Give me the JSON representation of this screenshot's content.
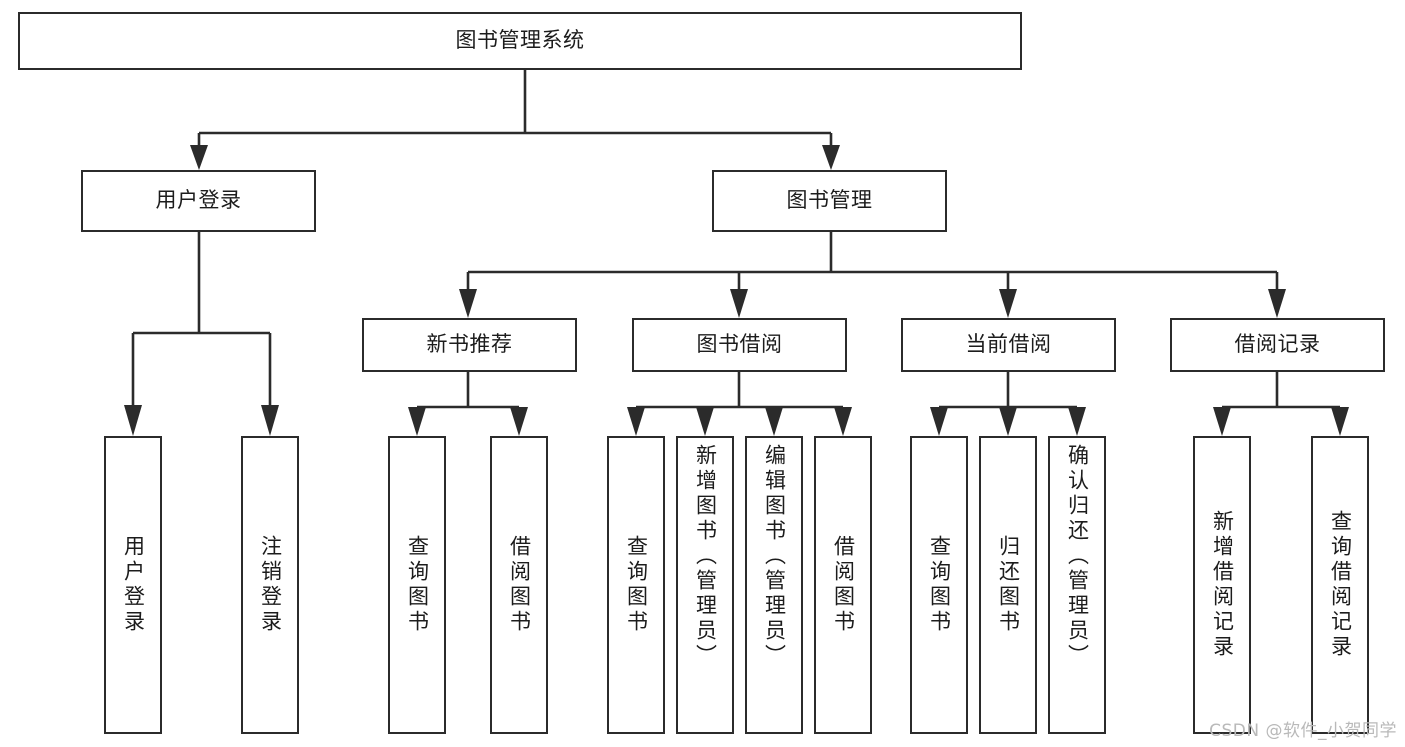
{
  "diagram": {
    "type": "tree-hierarchy-chart",
    "title": "图书管理系统",
    "root": {
      "id": "root",
      "label": "图书管理系统",
      "level": 1
    },
    "level2": [
      {
        "id": "user-login",
        "label": "用户登录"
      },
      {
        "id": "book-management",
        "label": "图书管理"
      }
    ],
    "level3": [
      {
        "id": "new-book-recommend",
        "label": "新书推荐",
        "parent": "book-management"
      },
      {
        "id": "book-borrow",
        "label": "图书借阅",
        "parent": "book-management"
      },
      {
        "id": "current-borrow",
        "label": "当前借阅",
        "parent": "book-management"
      },
      {
        "id": "borrow-record",
        "label": "借阅记录",
        "parent": "book-management"
      }
    ],
    "leaves": [
      {
        "id": "leaf-user-login",
        "label": "用户登录",
        "parent": "user-login"
      },
      {
        "id": "leaf-logout-login",
        "label": "注销登录",
        "parent": "user-login"
      },
      {
        "id": "leaf-query-book-1",
        "label": "查询图书",
        "parent": "new-book-recommend"
      },
      {
        "id": "leaf-borrow-book-1",
        "label": "借阅图书",
        "parent": "new-book-recommend"
      },
      {
        "id": "leaf-query-book-2",
        "label": "查询图书",
        "parent": "book-borrow"
      },
      {
        "id": "leaf-add-book",
        "label": "新增图书（管理员）",
        "parent": "book-borrow"
      },
      {
        "id": "leaf-edit-book",
        "label": "编辑图书（管理员）",
        "parent": "book-borrow"
      },
      {
        "id": "leaf-borrow-book-2",
        "label": "借阅图书",
        "parent": "book-borrow"
      },
      {
        "id": "leaf-query-book-3",
        "label": "查询图书",
        "parent": "current-borrow"
      },
      {
        "id": "leaf-return-book",
        "label": "归还图书",
        "parent": "current-borrow"
      },
      {
        "id": "leaf-confirm-return",
        "label": "确认归还（管理员）",
        "parent": "current-borrow"
      },
      {
        "id": "leaf-add-record",
        "label": "新增借阅记录",
        "parent": "borrow-record"
      },
      {
        "id": "leaf-query-record",
        "label": "查询借阅记录",
        "parent": "borrow-record"
      }
    ]
  },
  "watermark": {
    "text": "CSDN @软件_小贺同学"
  },
  "colors": {
    "stroke": "#2b2b2b",
    "background": "#ffffff",
    "text": "#1c1c1c",
    "watermark": "#b9b9b9"
  }
}
